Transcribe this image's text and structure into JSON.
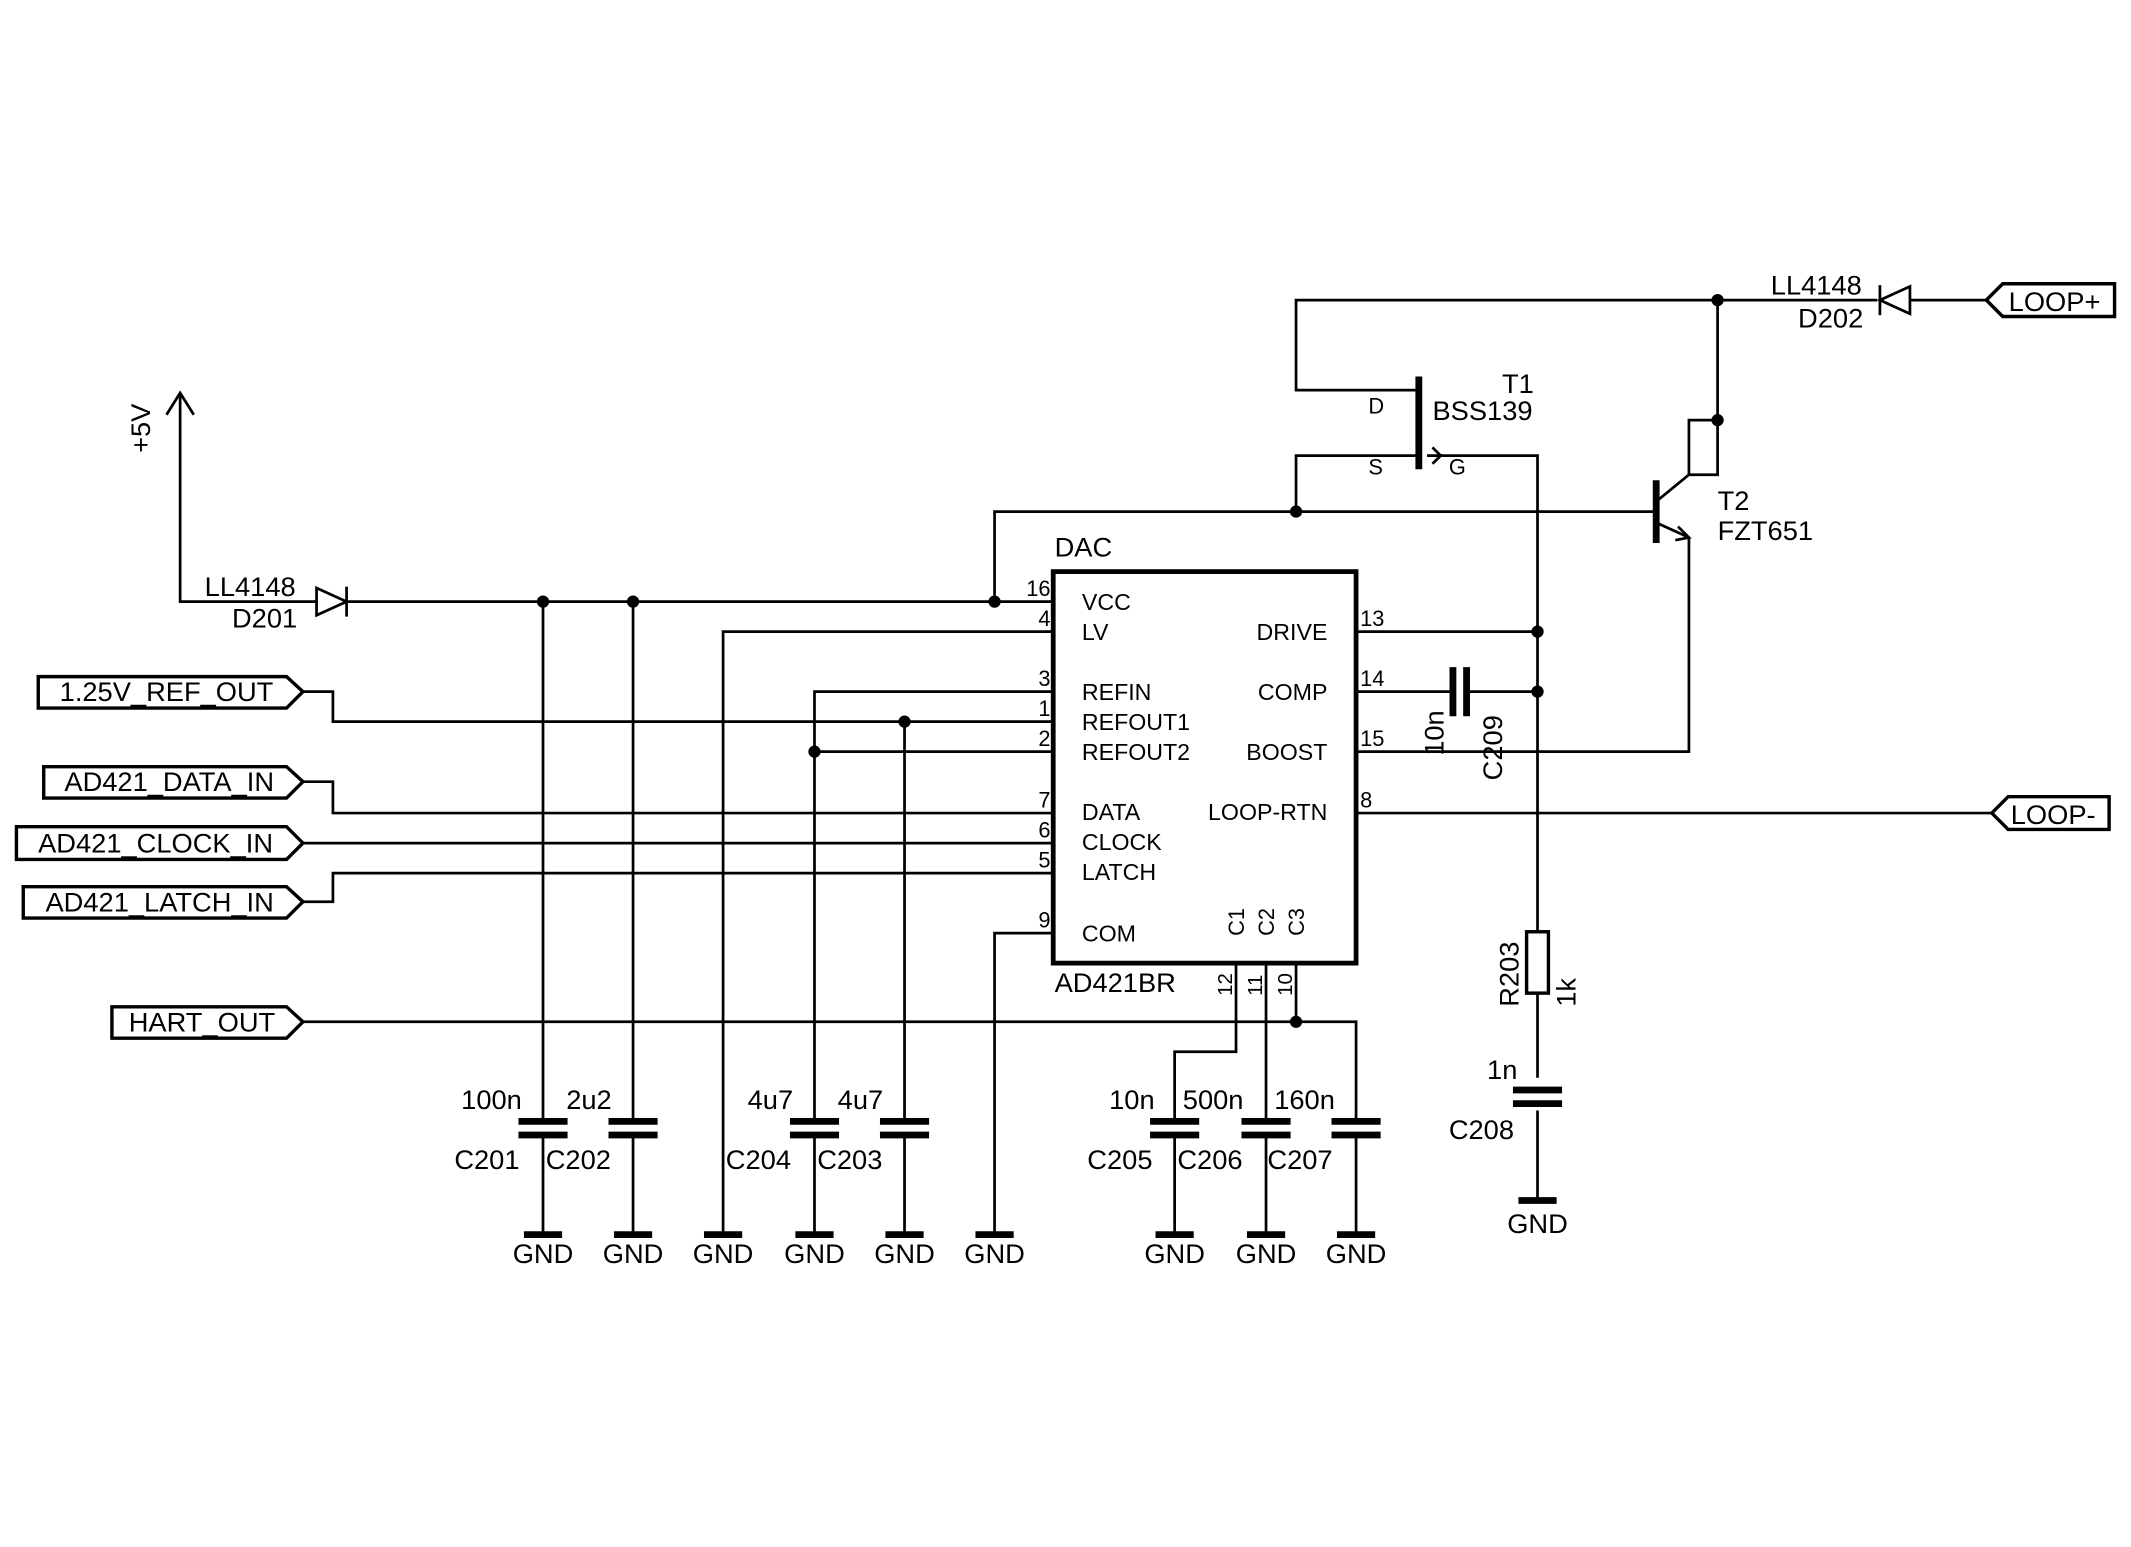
{
  "ic": {
    "title": "DAC",
    "part": "AD421BR",
    "left_pins": [
      {
        "num": "16",
        "name": "VCC"
      },
      {
        "num": "4",
        "name": "LV"
      },
      {
        "num": "3",
        "name": "REFIN"
      },
      {
        "num": "1",
        "name": "REFOUT1"
      },
      {
        "num": "2",
        "name": "REFOUT2"
      },
      {
        "num": "7",
        "name": "DATA"
      },
      {
        "num": "6",
        "name": "CLOCK"
      },
      {
        "num": "5",
        "name": "LATCH"
      },
      {
        "num": "9",
        "name": "COM"
      }
    ],
    "right_pins": [
      {
        "num": "13",
        "name": "DRIVE"
      },
      {
        "num": "14",
        "name": "COMP"
      },
      {
        "num": "15",
        "name": "BOOST"
      },
      {
        "num": "8",
        "name": "LOOP-RTN"
      }
    ],
    "bottom_pins": [
      {
        "num": "12",
        "name": "C1"
      },
      {
        "num": "11",
        "name": "C2"
      },
      {
        "num": "10",
        "name": "C3"
      }
    ]
  },
  "ports": {
    "ref_out": "1.25V_REF_OUT",
    "data_in": "AD421_DATA_IN",
    "clock_in": "AD421_CLOCK_IN",
    "latch_in": "AD421_LATCH_IN",
    "hart_out": "HART_OUT",
    "loop_plus": "LOOP+",
    "loop_minus": "LOOP-"
  },
  "supply": "+5V",
  "ground_label": "GND",
  "diodes": [
    {
      "ref": "D201",
      "value": "LL4148"
    },
    {
      "ref": "D202",
      "value": "LL4148"
    }
  ],
  "transistors": {
    "t1": {
      "ref": "T1",
      "value": "BSS139",
      "pin_d": "D",
      "pin_s": "S",
      "pin_g": "G"
    },
    "t2": {
      "ref": "T2",
      "value": "FZT651"
    }
  },
  "capacitors": [
    {
      "ref": "C201",
      "value": "100n"
    },
    {
      "ref": "C202",
      "value": "2u2"
    },
    {
      "ref": "C204",
      "value": "4u7"
    },
    {
      "ref": "C203",
      "value": "4u7"
    },
    {
      "ref": "C205",
      "value": "10n"
    },
    {
      "ref": "C206",
      "value": "500n"
    },
    {
      "ref": "C207",
      "value": "160n"
    },
    {
      "ref": "C208",
      "value": "1n"
    },
    {
      "ref": "C209",
      "value": "10n"
    }
  ],
  "resistor": {
    "ref": "R203",
    "value": "1k"
  }
}
